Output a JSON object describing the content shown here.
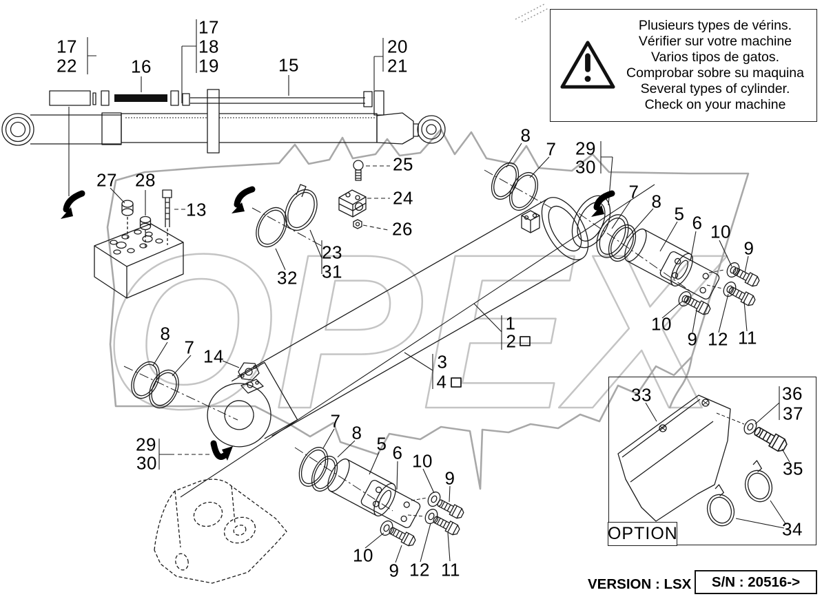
{
  "watermark_text": "OPEX",
  "warning_box": {
    "lines": [
      "Plusieurs types de vérins.",
      "Vérifier sur votre machine",
      "Varios tipos de gatos.",
      "Comprobar sobre su maquina",
      "Several types of cylinder.",
      "Check on your machine"
    ]
  },
  "option_box": {
    "label": "OPTION"
  },
  "footer": {
    "version": "VERSION : LSX",
    "serial": "S/N : 20516->"
  },
  "colors": {
    "line": "#1a1a1a",
    "torn_edge": "#a8a8a8",
    "watermark": "#c4c4c4",
    "background": "#ffffff"
  },
  "callouts": [
    {
      "text": "17"
    },
    {
      "text": "22"
    },
    {
      "text": "16"
    },
    {
      "text": "17"
    },
    {
      "text": "18"
    },
    {
      "text": "19"
    },
    {
      "text": "15"
    },
    {
      "text": "20"
    },
    {
      "text": "21"
    },
    {
      "text": "25"
    },
    {
      "text": "24"
    },
    {
      "text": "26"
    },
    {
      "text": "27"
    },
    {
      "text": "28"
    },
    {
      "text": "13"
    },
    {
      "text": "32"
    },
    {
      "text": "23"
    },
    {
      "text": "31"
    },
    {
      "text": "8"
    },
    {
      "text": "7"
    },
    {
      "text": "29"
    },
    {
      "text": "30"
    },
    {
      "text": "7"
    },
    {
      "text": "8"
    },
    {
      "text": "5"
    },
    {
      "text": "6"
    },
    {
      "text": "10"
    },
    {
      "text": "9"
    },
    {
      "text": "10"
    },
    {
      "text": "9"
    },
    {
      "text": "12"
    },
    {
      "text": "11"
    },
    {
      "text": "1"
    },
    {
      "text": "2"
    },
    {
      "text": "3"
    },
    {
      "text": "4"
    },
    {
      "text": "8"
    },
    {
      "text": "7"
    },
    {
      "text": "14"
    },
    {
      "text": "29"
    },
    {
      "text": "30"
    },
    {
      "text": "7"
    },
    {
      "text": "8"
    },
    {
      "text": "5"
    },
    {
      "text": "6"
    },
    {
      "text": "10"
    },
    {
      "text": "9"
    },
    {
      "text": "10"
    },
    {
      "text": "9"
    },
    {
      "text": "12"
    },
    {
      "text": "11"
    },
    {
      "text": "33"
    },
    {
      "text": "36"
    },
    {
      "text": "37"
    },
    {
      "text": "35"
    },
    {
      "text": "34"
    }
  ]
}
